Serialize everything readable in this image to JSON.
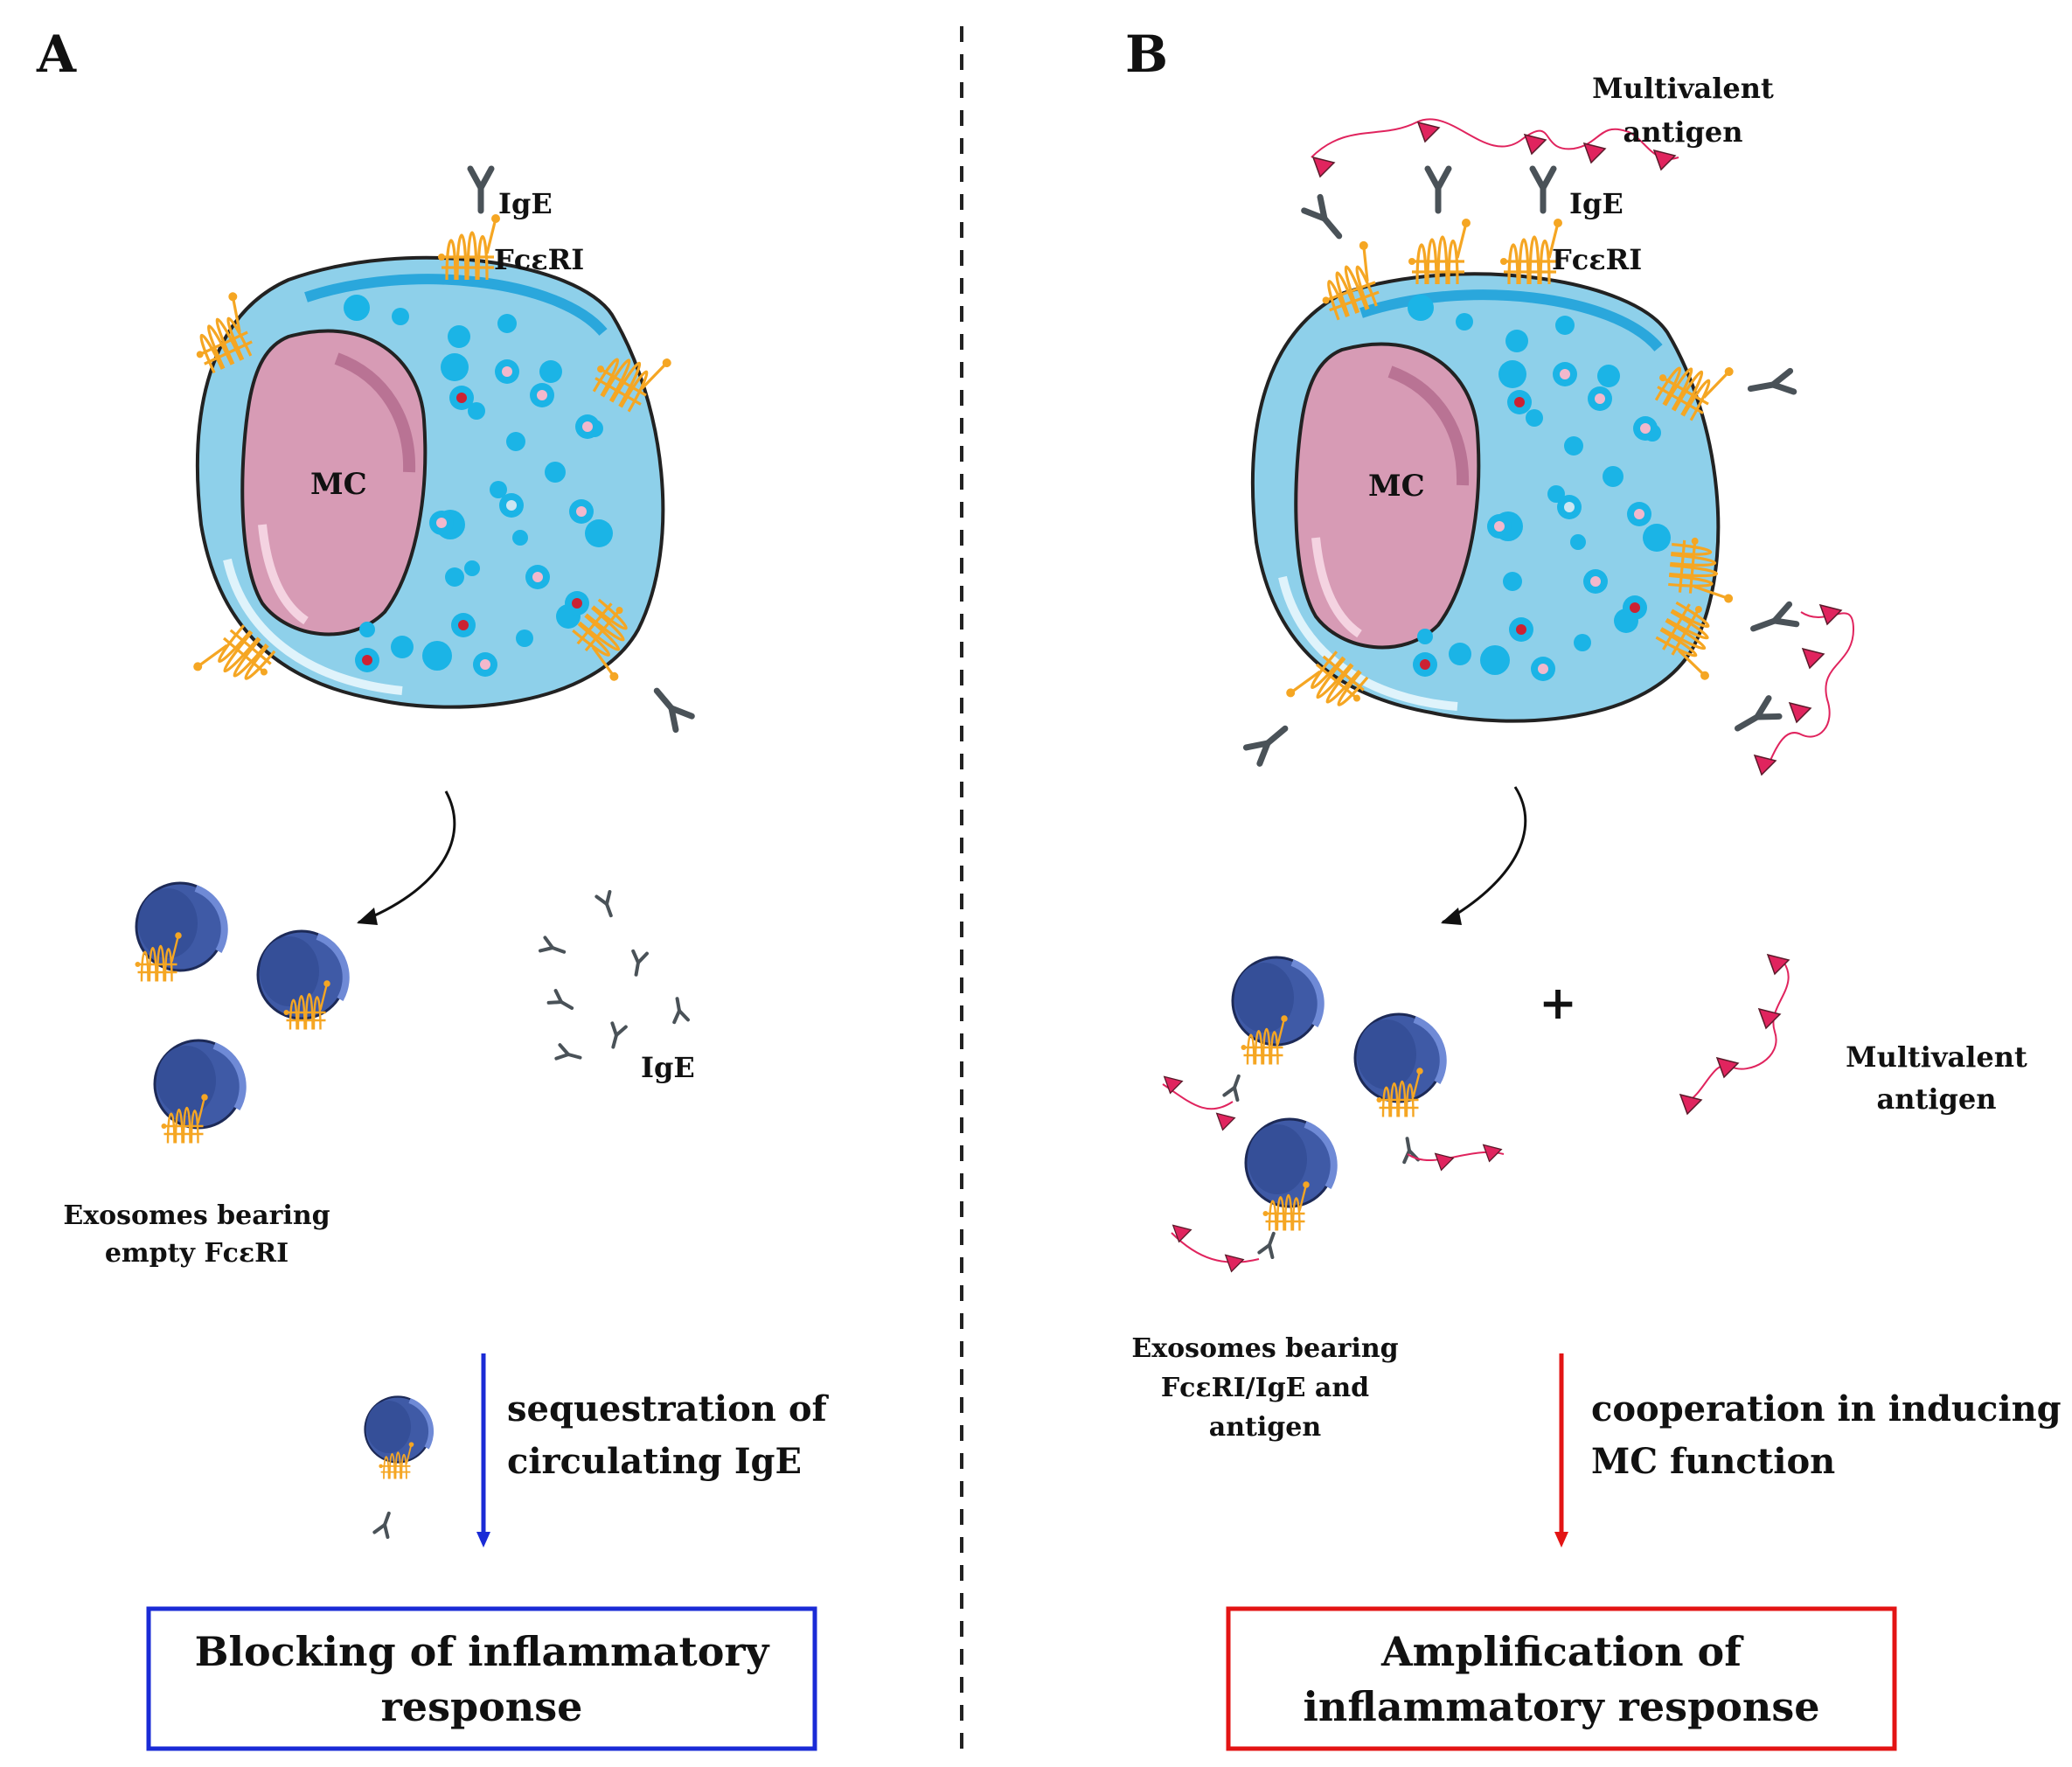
{
  "panelA": {
    "letter": "A",
    "cell_label": "MC",
    "ige_label": "IgE",
    "fcer_label": "FcεRI",
    "free_ige_label": "IgE",
    "exosome_label": [
      "Exosomes bearing",
      "empty FcεRI"
    ],
    "arrow_text": [
      "sequestration of",
      "circulating IgE"
    ],
    "outcome": [
      "Blocking of inflammatory",
      "response"
    ]
  },
  "panelB": {
    "letter": "B",
    "cell_label": "MC",
    "antigen_top_label": [
      "Multivalent",
      "antigen"
    ],
    "ige_label": "IgE",
    "fcer_label": "FcεRI",
    "plus": "+",
    "antigen_free_label": [
      "Multivalent",
      "antigen"
    ],
    "exosome_label": [
      "Exosomes bearing",
      "FcεRI/IgE and",
      "antigen"
    ],
    "arrow_text": [
      "cooperation in inducing",
      "MC function"
    ],
    "outcome": [
      "Amplification of",
      "inflammatory response"
    ]
  },
  "colors": {
    "cell_fill": "#8ed0ea",
    "nucleus_fill": "#d79bb5",
    "receptor": "#f5a623",
    "antibody": "#4a5258",
    "antigen": "#e0245e",
    "exosome": "#3f5aa6",
    "blue_accent": "#1a2bd6",
    "red_accent": "#e31414"
  }
}
